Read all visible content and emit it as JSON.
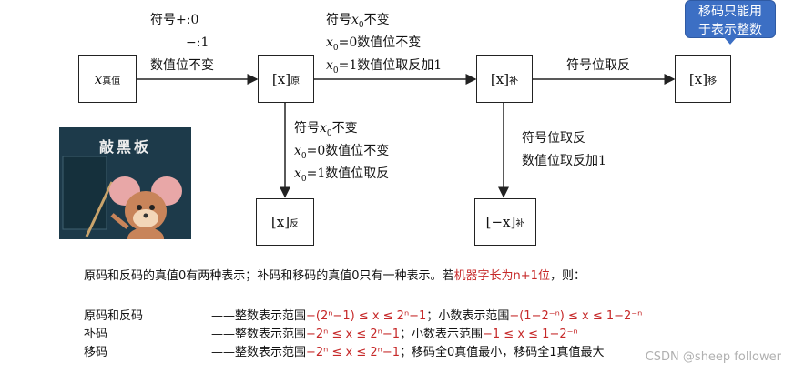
{
  "boxes": {
    "true_value": {
      "main": "x",
      "sub": "真值"
    },
    "original": {
      "main": "[x]",
      "sub": "原"
    },
    "complement": {
      "main": "[x]",
      "sub": "补"
    },
    "biased": {
      "main": "[x]",
      "sub": "移"
    },
    "ones": {
      "main": "[x]",
      "sub": "反"
    },
    "neg_complement": {
      "main": "[−x]",
      "sub": "补"
    }
  },
  "labels": {
    "true_to_original": [
      "符号+:0",
      "−:1",
      "数值位不变"
    ],
    "original_complement": {
      "line1_prefix": "符号",
      "line1_var": "x",
      "line1_sub": "0",
      "line1_suffix": "不变",
      "line2_var": "x",
      "line2_sub": "0",
      "line2_rest": "=0数值位不变",
      "line3_var": "x",
      "line3_sub": "0",
      "line3_rest": "=1数值位取反加1"
    },
    "original_ones": {
      "line1_prefix": "符号",
      "line1_var": "x",
      "line1_sub": "0",
      "line1_suffix": "不变",
      "line2_var": "x",
      "line2_sub": "0",
      "line2_rest": "=0数值位不变",
      "line3_var": "x",
      "line3_sub": "0",
      "line3_rest": "=1数值位取反"
    },
    "complement_biased": "符号位取反",
    "complement_negative": [
      "符号位取反",
      "数值位取反加1"
    ]
  },
  "callout": [
    "移码只能用",
    "于表示整数"
  ],
  "cartoon_title": "敲黑板",
  "summary": {
    "line": {
      "part1": "原码和反码的真值0有两种表示；补码和移码的真值0只有一种表示。若",
      "part2": "机器字长为n+1位",
      "part3": "，则："
    },
    "rows": [
      {
        "name": "原码和反码",
        "dash": "——",
        "int_label": "整数表示范围",
        "int_range": "−(2ⁿ−1) ≤ x ≤ 2ⁿ−1",
        "sep": "；",
        "frac_label": "小数表示范围",
        "frac_range": "−(1−2⁻ⁿ) ≤ x ≤ 1−2⁻ⁿ",
        "extra": ""
      },
      {
        "name": "补码",
        "dash": "——",
        "int_label": "整数表示范围",
        "int_range": "−2ⁿ ≤ x ≤ 2ⁿ−1",
        "sep": "；",
        "frac_label": "小数表示范围",
        "frac_range": "−1 ≤ x ≤ 1−2⁻ⁿ",
        "extra": ""
      },
      {
        "name": "移码",
        "dash": "——",
        "int_label": "整数表示范围",
        "int_range": "−2ⁿ ≤ x ≤ 2ⁿ−1",
        "sep": "；",
        "frac_label": "",
        "frac_range": "",
        "extra": "移码全0真值最小，移码全1真值最大"
      }
    ]
  },
  "watermark": "CSDN @sheep follower",
  "colors": {
    "accent_red": "#c62828",
    "callout_blue": "#3c6fc4"
  }
}
